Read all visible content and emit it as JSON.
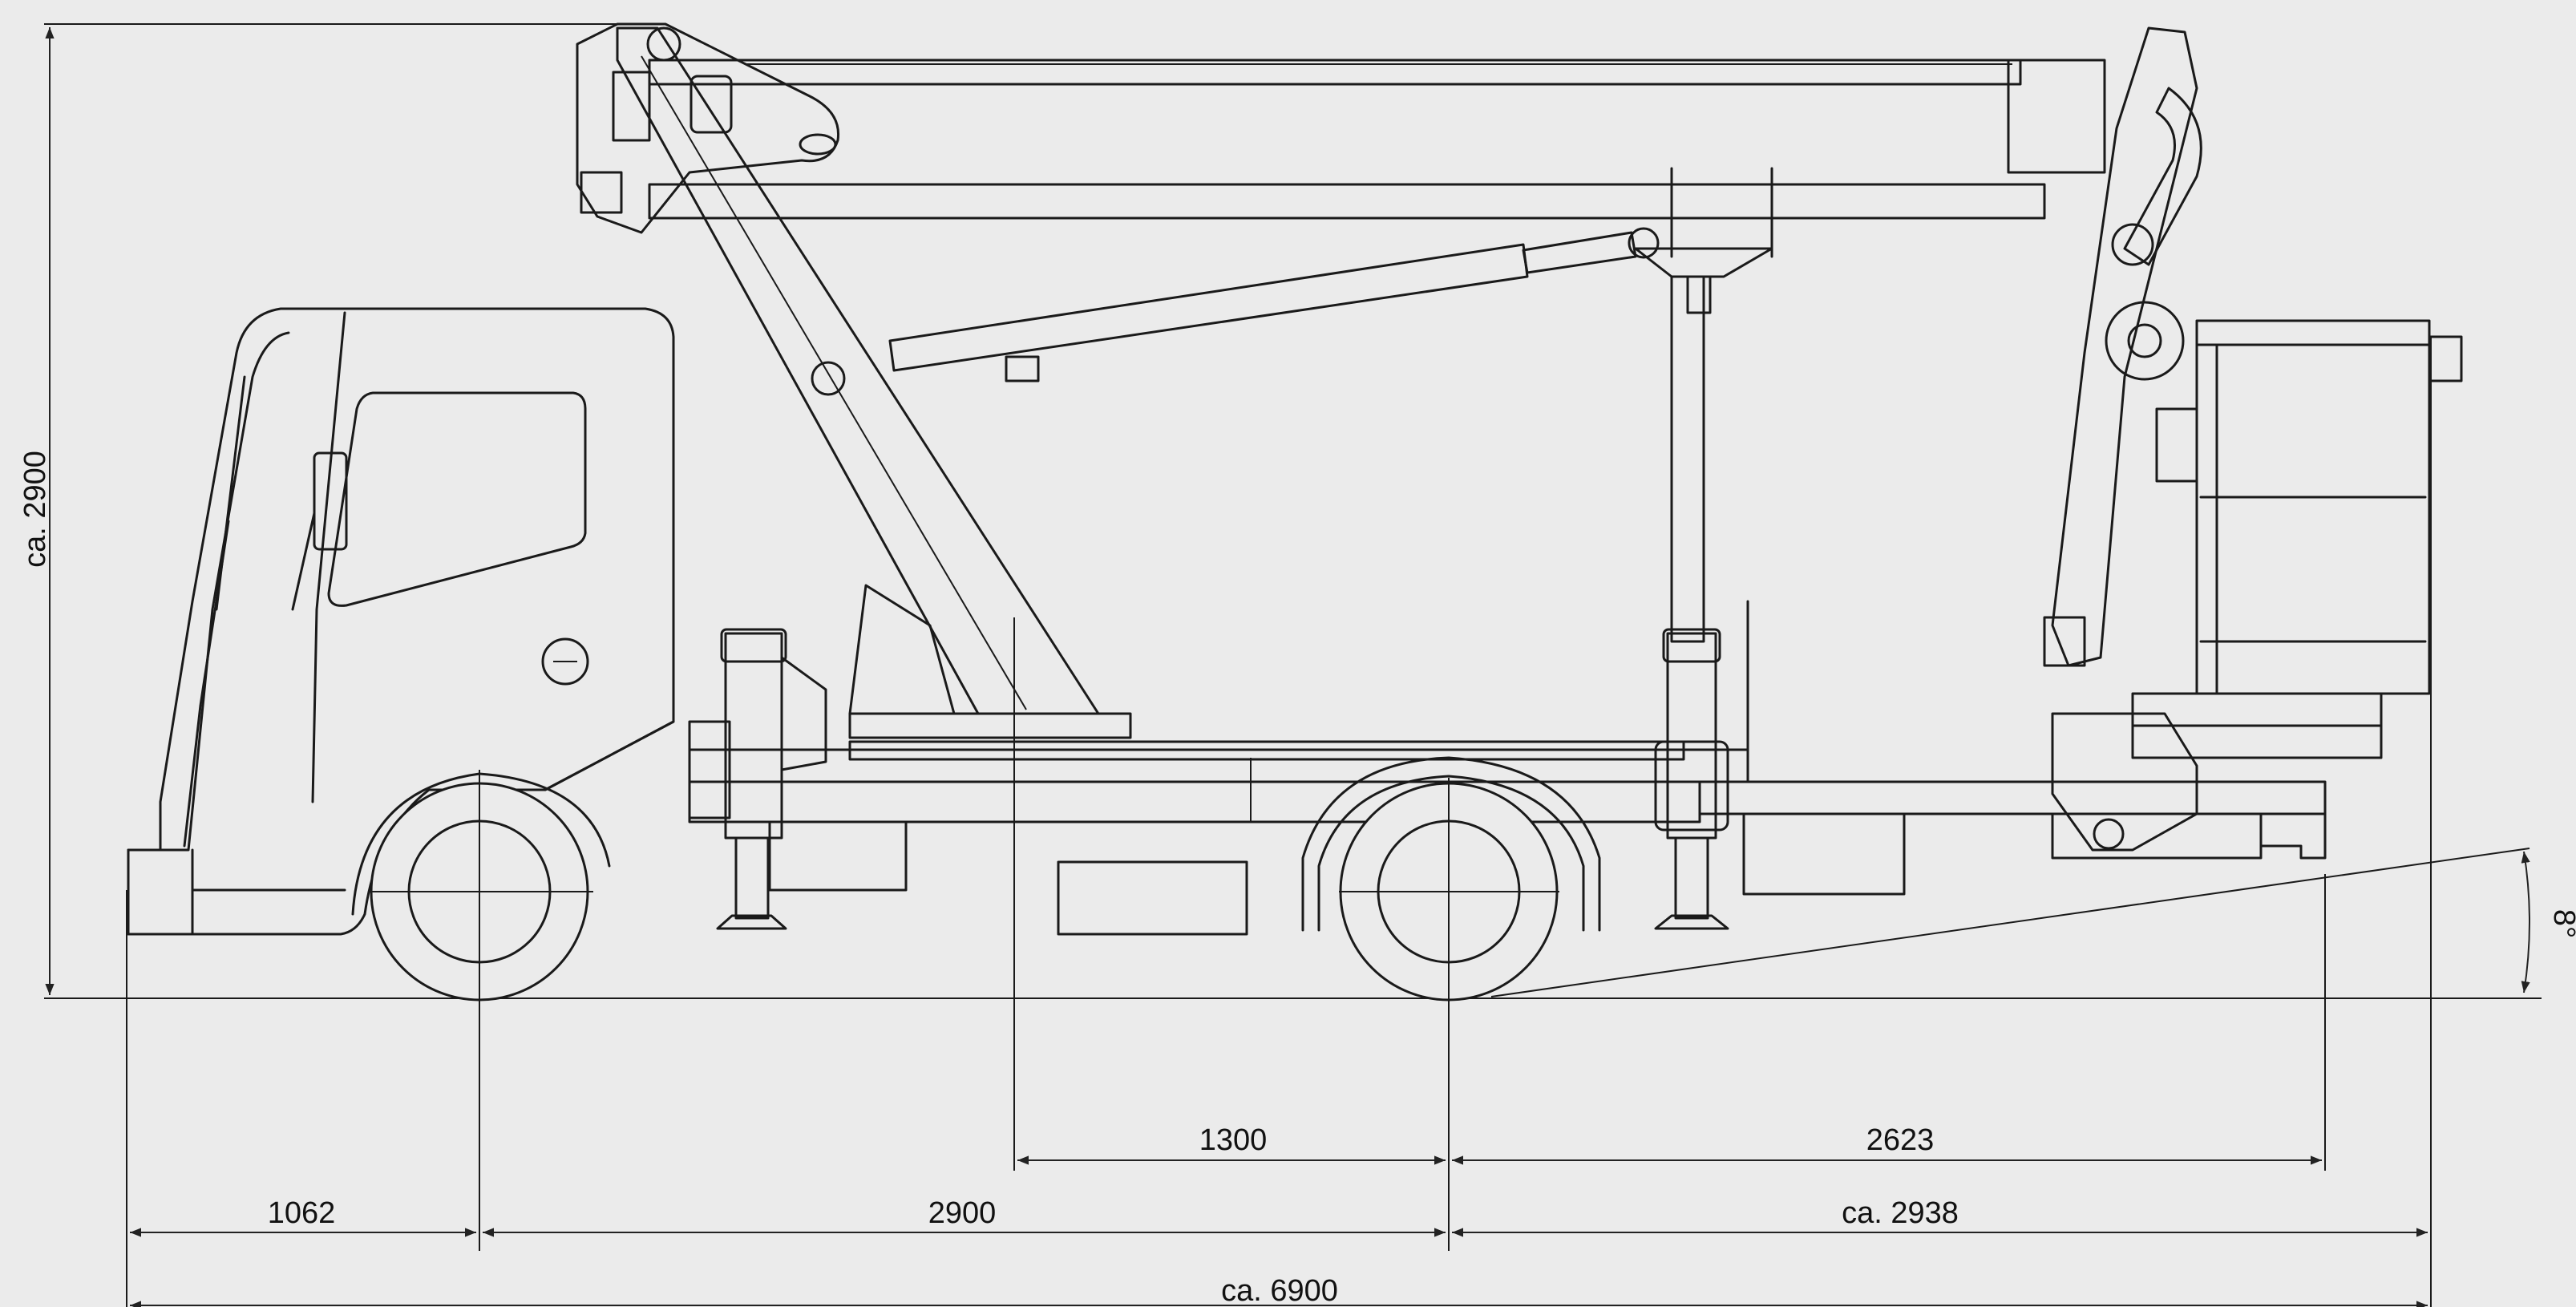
{
  "dimensions": {
    "height": "ca. 2900",
    "front_overhang": "1062",
    "wheelbase": "2900",
    "rear_overhang": "ca. 2938",
    "total_length": "ca. 6900",
    "turret_offset": "1300",
    "rear_outrigger": "2623",
    "angle": "8°"
  },
  "colors": {
    "background": "#ebebeb",
    "line": "#1a1a1a"
  }
}
